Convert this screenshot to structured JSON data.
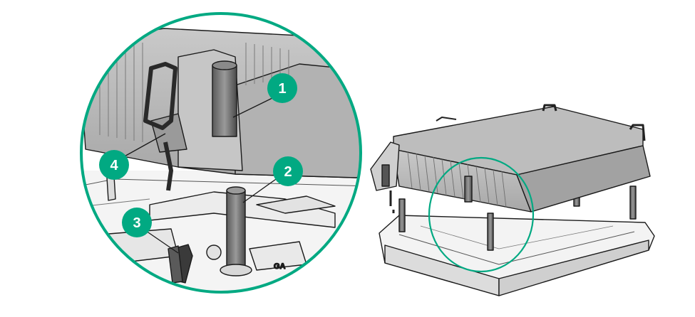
{
  "colors": {
    "accent": "#01a982",
    "heatsink_fill": "#b9b9b9",
    "heatsink_dark": "#8c8c8c",
    "outline": "#1a1a1a",
    "board": "#f2f2f2"
  },
  "callouts": [
    {
      "number": "1",
      "part": "captive-screw"
    },
    {
      "number": "2",
      "part": "standoff-post"
    },
    {
      "number": "3",
      "part": "anti-tilt-wire-hook"
    },
    {
      "number": "4",
      "part": "anti-tilt-wire"
    }
  ],
  "inset": {
    "board_mark": "GA"
  }
}
